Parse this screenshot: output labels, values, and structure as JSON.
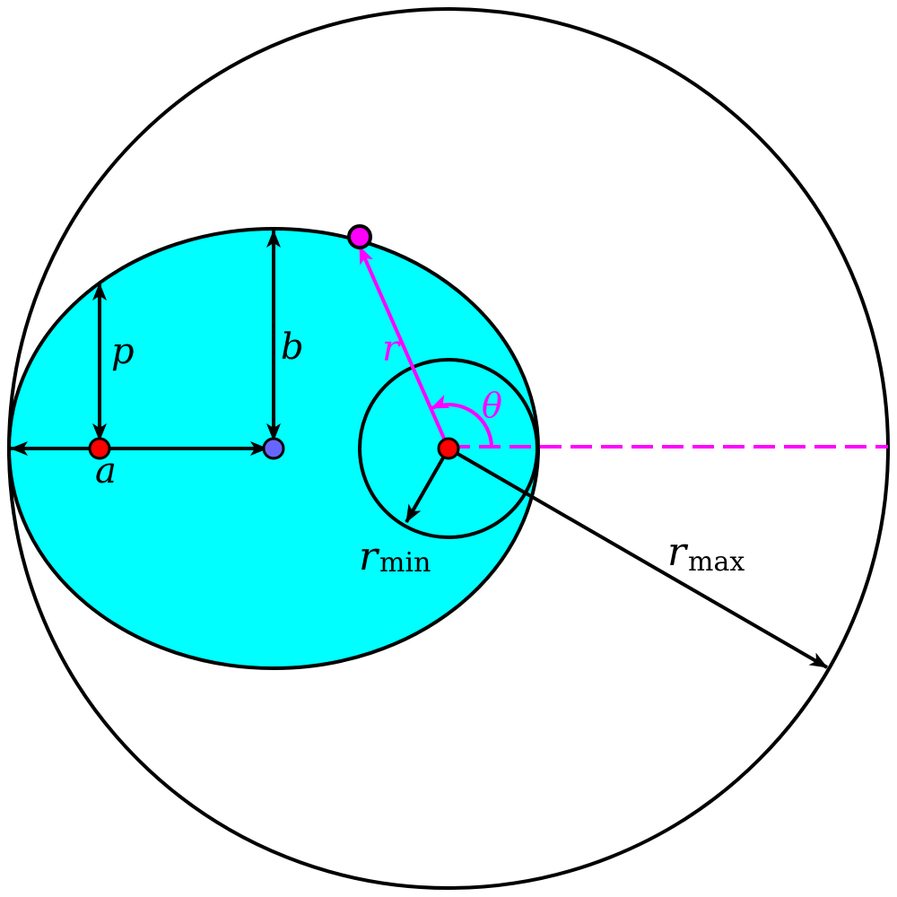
{
  "labels": {
    "a": "a",
    "b": "b",
    "p": "p",
    "r": "r",
    "theta": "θ",
    "r_min_base": "r",
    "r_min_sub": "min",
    "r_max_base": "r",
    "r_max_sub": "max"
  },
  "colors": {
    "ellipse_fill": "#00ffff",
    "stroke": "#000000",
    "accent": "#ff00ff",
    "focus": "#ff0000",
    "center": "#6666ff",
    "background": "#ffffff"
  }
}
